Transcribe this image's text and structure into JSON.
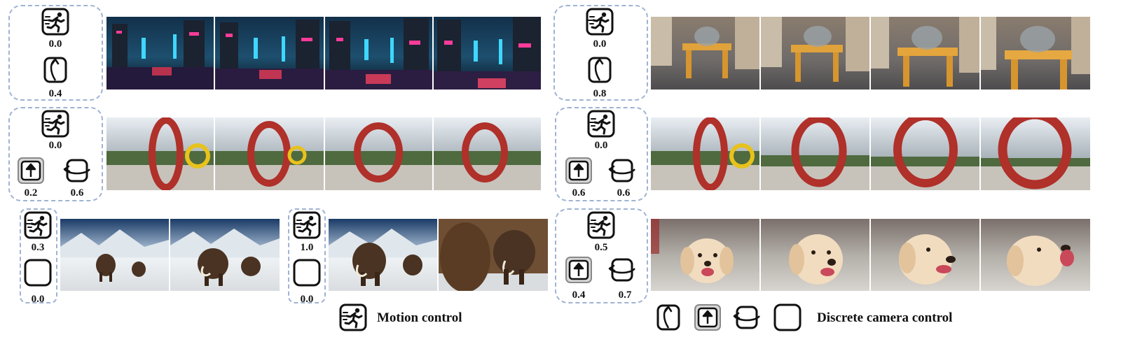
{
  "rows": [
    {
      "id": "city",
      "values": [
        "0.0",
        "0.4"
      ]
    },
    {
      "id": "shelf",
      "values": [
        "0.0",
        "0.8"
      ]
    },
    {
      "id": "ring-l",
      "values": [
        "0.0",
        "0.2",
        "0.6"
      ]
    },
    {
      "id": "ring-r",
      "values": [
        "0.0",
        "0.6",
        "0.6"
      ]
    },
    {
      "id": "mam-1",
      "values": [
        "0.3",
        "0.0"
      ]
    },
    {
      "id": "mam-2",
      "values": [
        "1.0",
        "0.0"
      ]
    },
    {
      "id": "dog",
      "values": [
        "0.5",
        "0.4",
        "0.7"
      ]
    }
  ],
  "legend": {
    "motion": "Motion control",
    "camera": "Discrete camera control"
  },
  "icons": [
    "runner-icon",
    "rotate-icon",
    "zoom-icon",
    "pan-icon",
    "static-icon"
  ],
  "colors": {
    "dashed_border": "#9fb3d4",
    "icon_stroke": "#111111"
  }
}
